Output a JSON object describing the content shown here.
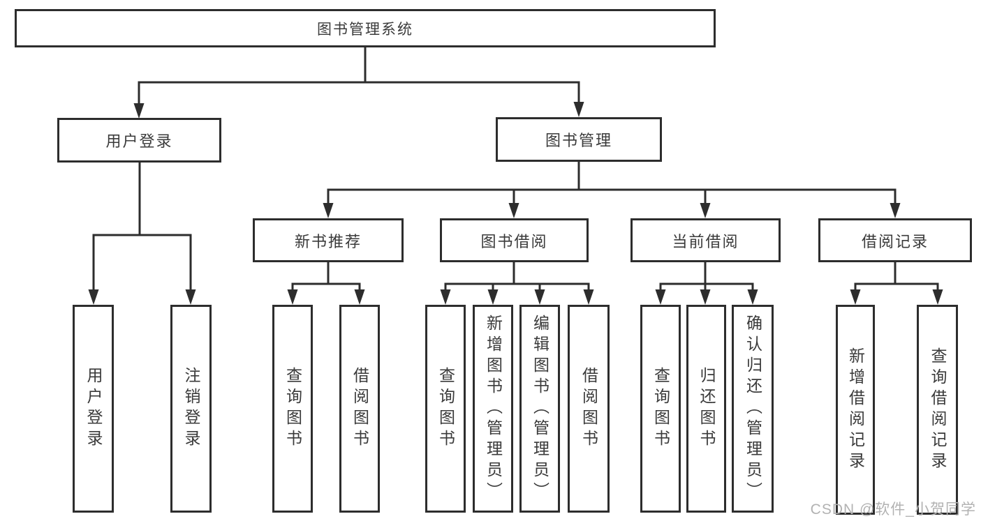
{
  "colors": {
    "line": "#2d2d2d",
    "box_border": "#2d2d2d",
    "text": "#3a3a3a",
    "watermark": "#b2b2b2",
    "background": "#ffffff"
  },
  "watermark": "CSDN @软件_小贺同学",
  "tree": {
    "label": "图书管理系统",
    "children": [
      {
        "label": "用户登录",
        "children": [
          {
            "label": "用户登录"
          },
          {
            "label": "注销登录"
          }
        ]
      },
      {
        "label": "图书管理",
        "children": [
          {
            "label": "新书推荐",
            "children": [
              {
                "label": "查询图书"
              },
              {
                "label": "借阅图书"
              }
            ]
          },
          {
            "label": "图书借阅",
            "children": [
              {
                "label": "查询图书"
              },
              {
                "label": "新增图书（管理员）"
              },
              {
                "label": "编辑图书（管理员）"
              },
              {
                "label": "借阅图书"
              }
            ]
          },
          {
            "label": "当前借阅",
            "children": [
              {
                "label": "查询图书"
              },
              {
                "label": "归还图书"
              },
              {
                "label": "确认归还（管理员）"
              }
            ]
          },
          {
            "label": "借阅记录",
            "children": [
              {
                "label": "新增借阅记录"
              },
              {
                "label": "查询借阅记录"
              }
            ]
          }
        ]
      }
    ]
  }
}
